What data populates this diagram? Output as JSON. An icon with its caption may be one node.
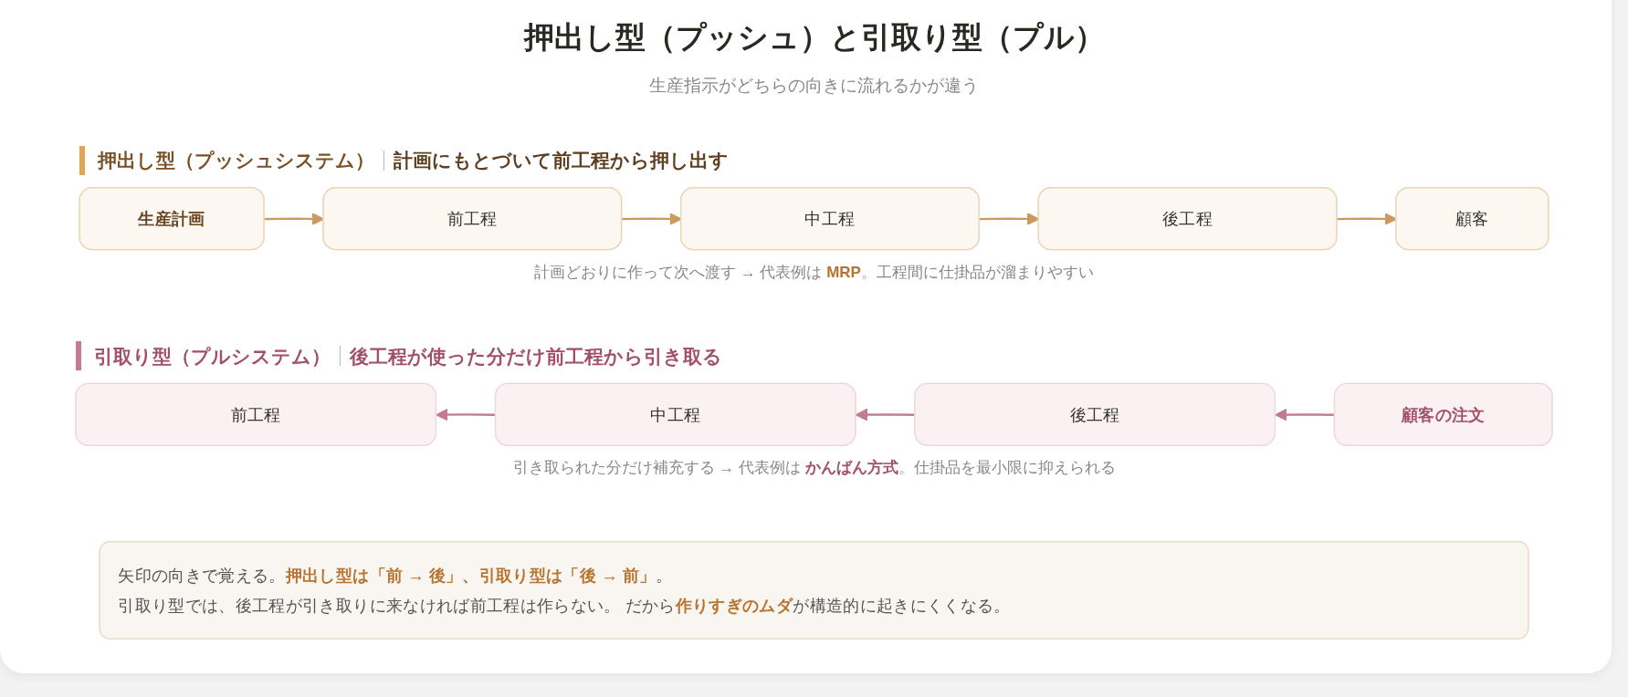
{
  "diagram": {
    "title": "押出し型（プッシュ）と引取り型（プル）",
    "nodes": [
      {
        "text": [
          "生産計画"
        ]
      },
      {
        "text": [
          "前工程"
        ]
      },
      {
        "text": [
          "中工程"
        ]
      },
      {
        "text": [
          "後工程"
        ]
      },
      {
        "text": [
          "顧客"
        ]
      },
      {
        "text": [
          "前工程"
        ]
      },
      {
        "text": [
          "中工程"
        ]
      },
      {
        "text": [
          "後工程"
        ]
      },
      {
        "text": [
          "顧客の注文"
        ]
      },
      {
        "text": [
          "矢印の向きで覚える。**押出し型は「前 → 後」、引取り型は「後 → 前」**。",
          "引取り型では、後工程が引き取りに来なければ前工程は作らない。 だから**作りすぎのムダ**が構造的に起きにくくなる。"
        ]
      }
    ],
    "edges": [
      {
        "from": 0,
        "to": 1,
        "arrow": "to"
      },
      {
        "from": 1,
        "to": 2,
        "arrow": "to"
      },
      {
        "from": 2,
        "to": 3,
        "arrow": "to"
      },
      {
        "from": 3,
        "to": 4,
        "arrow": "to"
      },
      {
        "from": 8,
        "to": 7,
        "arrow": "to",
        "color": "#c27b8f"
      },
      {
        "from": 7,
        "to": 6,
        "arrow": "to",
        "color": "#c27b8f"
      },
      {
        "from": 6,
        "to": 5,
        "arrow": "to",
        "color": "#c27b8f"
      }
    ],
    "labels": [
      "生産指示がどちらの向きに流れるかが違う",
      "押出し型（プッシュシステム）",
      "計画にもとづいて前工程から押し出す",
      "計画どおりに作って次へ渡す → 代表例は **MRP**。工程間に仕掛品が溜まりやすい",
      "引取り型（プルシステム）",
      "後工程が使った分だけ前工程から引き取る",
      "引き取られた分だけ補充する → 代表例は **かんばん方式**。仕掛品を最小限に抑えられる"
    ]
  }
}
